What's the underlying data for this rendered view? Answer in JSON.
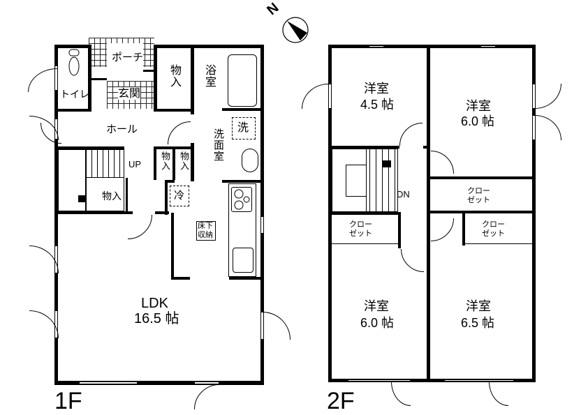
{
  "compass": {
    "label": "N"
  },
  "floor1": {
    "label": "1F",
    "rooms": {
      "toilet": "トイレ",
      "porch": "ポーチ",
      "entrance": "玄関",
      "storage_top": "物入",
      "bath": "浴室",
      "hall": "ホール",
      "washroom": "洗面室",
      "washer": "洗",
      "storage_a": "物入",
      "storage_b": "物入",
      "up": "UP",
      "storage_stair": "物入",
      "fridge": "冷",
      "underfloor": "床下\n収納",
      "ldk": "LDK",
      "ldk_size": "16.5 帖"
    }
  },
  "floor2": {
    "label": "2F",
    "rooms": {
      "room_nw": "洋室",
      "room_nw_size": "4.5 帖",
      "room_ne": "洋室",
      "room_ne_size": "6.0 帖",
      "dn": "DN",
      "closet_e": "クロー\nゼット",
      "closet_w": "クロー\nゼット",
      "closet_se": "クロー\nゼット",
      "room_sw": "洋室",
      "room_sw_size": "6.0 帖",
      "room_se": "洋室",
      "room_se_size": "6.5 帖"
    }
  }
}
